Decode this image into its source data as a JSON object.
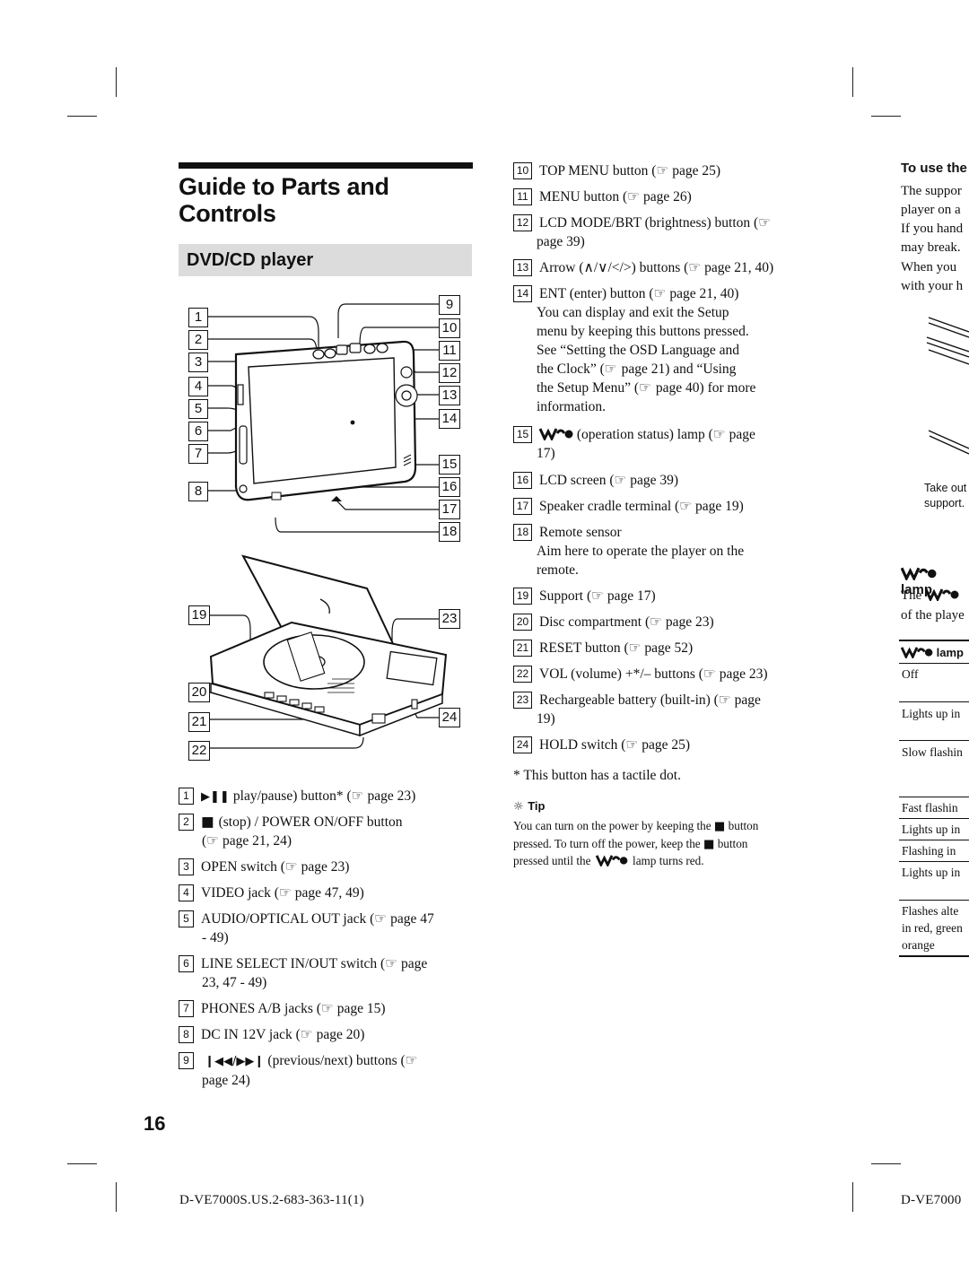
{
  "page": {
    "title_line1": "Guide to Parts and",
    "title_line2": "Controls",
    "section": "DVD/CD player",
    "page_number": "16",
    "footer_left": "D-VE7000S.US.2-683-363-11(1)",
    "footer_right": "D-VE7000"
  },
  "figure": {
    "top_labels_left": [
      "1",
      "2",
      "3",
      "4",
      "5",
      "6",
      "7",
      "8"
    ],
    "top_labels_right": [
      "9",
      "10",
      "11",
      "12",
      "13",
      "14",
      "15",
      "16",
      "17",
      "18"
    ],
    "bottom_labels_left": [
      "19",
      "20",
      "21",
      "22"
    ],
    "bottom_labels_right": [
      "23",
      "24"
    ]
  },
  "left_items": [
    {
      "n": "1",
      "text": "play/pause) button* (",
      "icon": "play-pause-icon",
      "ref": " page 23)"
    },
    {
      "n": "2",
      "text": "(stop) / POWER ON/OFF button",
      "line2": " page 21, 24)"
    },
    {
      "n": "3",
      "text": "OPEN switch (",
      "ref": " page 23)"
    },
    {
      "n": "4",
      "text": "VIDEO jack (",
      "ref": " page 47, 49)"
    },
    {
      "n": "5",
      "text": "AUDIO/OPTICAL OUT jack (",
      "ref": " page 47",
      "line2": "- 49)"
    },
    {
      "n": "6",
      "text": "LINE SELECT IN/OUT switch (",
      "ref": " page",
      "line2": "23, 47 - 49)"
    },
    {
      "n": "7",
      "text": "PHONES A/B jacks (",
      "ref": " page 15)"
    },
    {
      "n": "8",
      "text": "DC IN 12V jack (",
      "ref": " page 20)"
    },
    {
      "n": "9",
      "text": "(previous/next) buttons (",
      "line2": "page 24)"
    }
  ],
  "mid_items": [
    {
      "n": "10",
      "text": "TOP MENU button (",
      "ref": " page 25)"
    },
    {
      "n": "11",
      "text": "MENU button (",
      "ref": " page 26)"
    },
    {
      "n": "12",
      "text": "LCD MODE/BRT (brightness) button (",
      "line2": "page 39)"
    },
    {
      "n": "13",
      "text": "Arrow (∧/∨/</>) buttons (",
      "ref": " page 21, 40)"
    },
    {
      "n": "14",
      "text": "ENT (enter) button (",
      "ref": " page 21, 40)",
      "more": [
        "You can display and exit the Setup",
        "menu by keeping this buttons pressed.",
        "See “Setting the OSD Language and",
        "the Clock” (",
        "page 21) and “Using",
        "the Setup Menu” (",
        "page 40) for more",
        "information."
      ]
    },
    {
      "n": "15",
      "text": "(operation status) lamp (",
      "ref": " page",
      "line2": "17)"
    },
    {
      "n": "16",
      "text": "LCD screen (",
      "ref": " page 39)"
    },
    {
      "n": "17",
      "text": "Speaker cradle terminal (",
      "ref": " page 19)"
    },
    {
      "n": "18",
      "text": "Remote sensor",
      "more2": "Aim here to operate the player on the",
      "more3": "remote."
    },
    {
      "n": "19",
      "text": "Support (",
      "ref": " page 17)"
    },
    {
      "n": "20",
      "text": "Disc compartment (",
      "ref": " page 23)"
    },
    {
      "n": "21",
      "text": "RESET button (",
      "ref": " page 52)"
    },
    {
      "n": "22",
      "text": "VOL (volume) +*/– buttons (",
      "ref": " page 23)"
    },
    {
      "n": "23",
      "text": "Rechargeable battery (built-in) (",
      "ref": " page",
      "line2": "19)"
    },
    {
      "n": "24",
      "text": "HOLD switch (",
      "ref": " page 25)"
    }
  ],
  "footnote": "* This button has a tactile dot.",
  "tip": {
    "head": "Tip",
    "line1": "You can turn on the power by keeping the",
    "line1b": "button",
    "line2": "pressed. To turn off the power, keep the",
    "line2b": "button",
    "line3": "pressed until the",
    "line3b": "lamp turns red."
  },
  "right": {
    "heading": "To use the",
    "lines": [
      "The suppor",
      "player on a",
      "If you hand",
      "may break.",
      "When you",
      "with your h"
    ],
    "caption1": "Take out",
    "caption2": "support.",
    "lamp_heading": "lamp",
    "lamp_line1": "The",
    "lamp_line2": "of the playe",
    "table_head": "lamp",
    "table_rows": [
      "Off",
      "Lights up in",
      "Slow flashin",
      "Fast flashin",
      "Lights up in",
      "Flashing in",
      "Lights up in",
      "Flashes alte",
      "in red, green",
      "orange"
    ]
  }
}
